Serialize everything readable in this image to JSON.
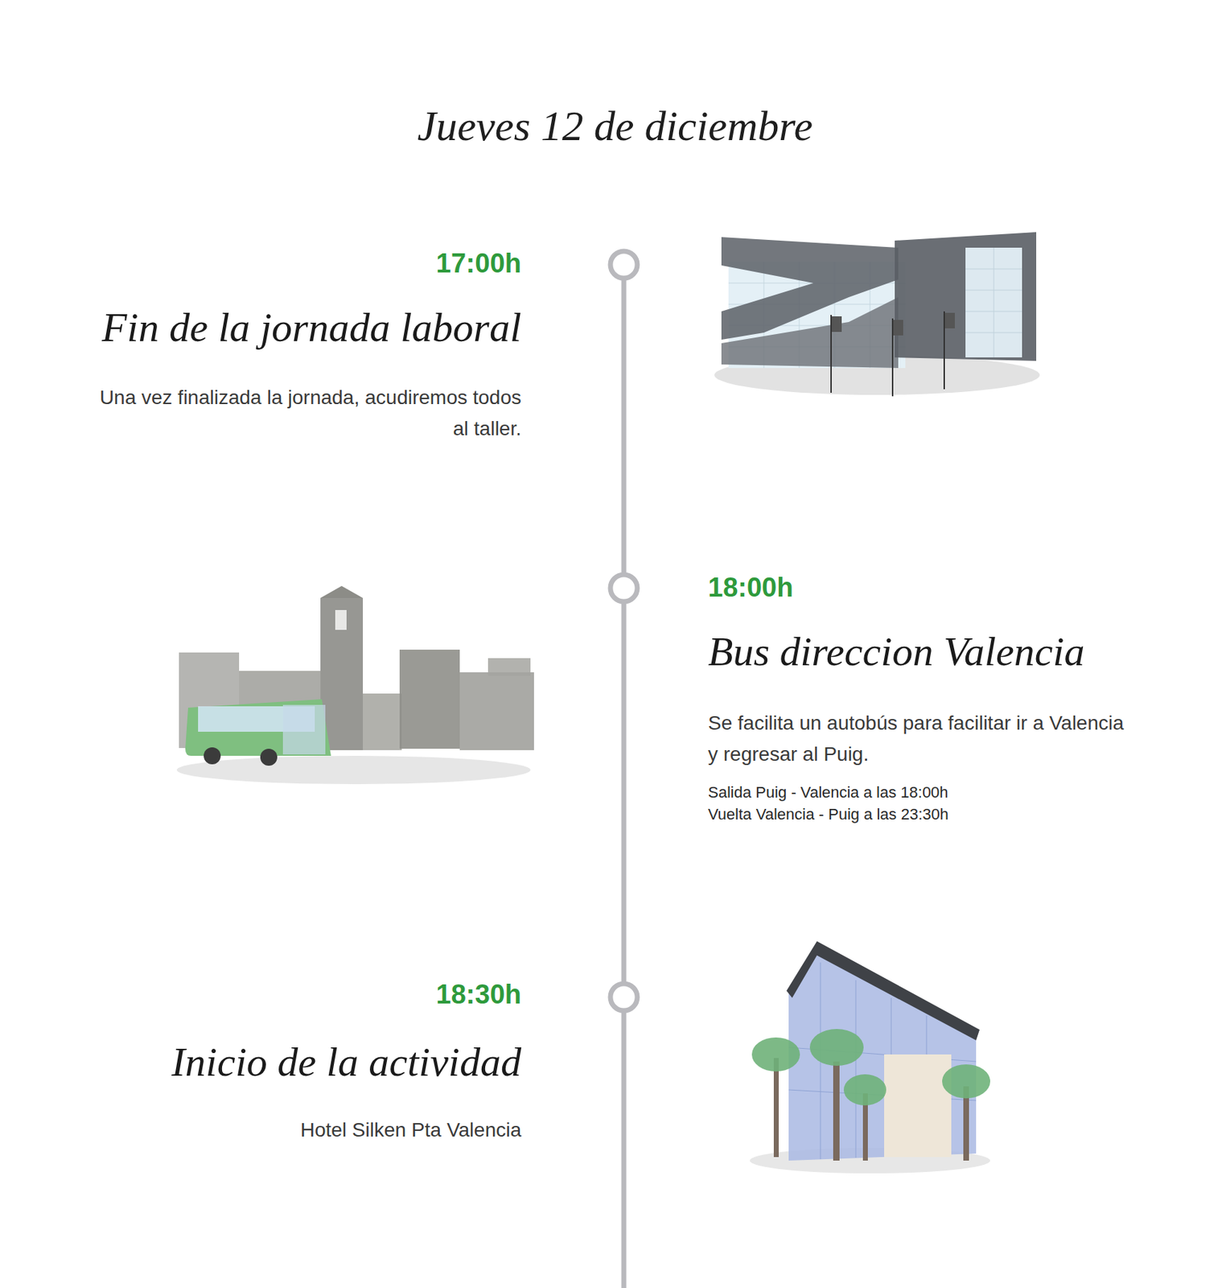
{
  "diagram": {
    "title": "Jueves 12 de diciembre",
    "labels": [
      "17:00h",
      "Fin de la jornada laboral",
      "Una vez finalizada la jornada, acudiremos todos al taller.",
      "18:00h",
      "Bus direccion Valencia",
      "Se facilita un autobús para facilitar ir a Valencia y regresar al Puig.",
      "Salida Puig - Valencia a las 18:00h",
      "Vuelta Valencia - Puig a las 23:30h",
      "18:30h",
      "Inicio de la actividad",
      "Hotel Silken Pta Valencia"
    ]
  }
}
